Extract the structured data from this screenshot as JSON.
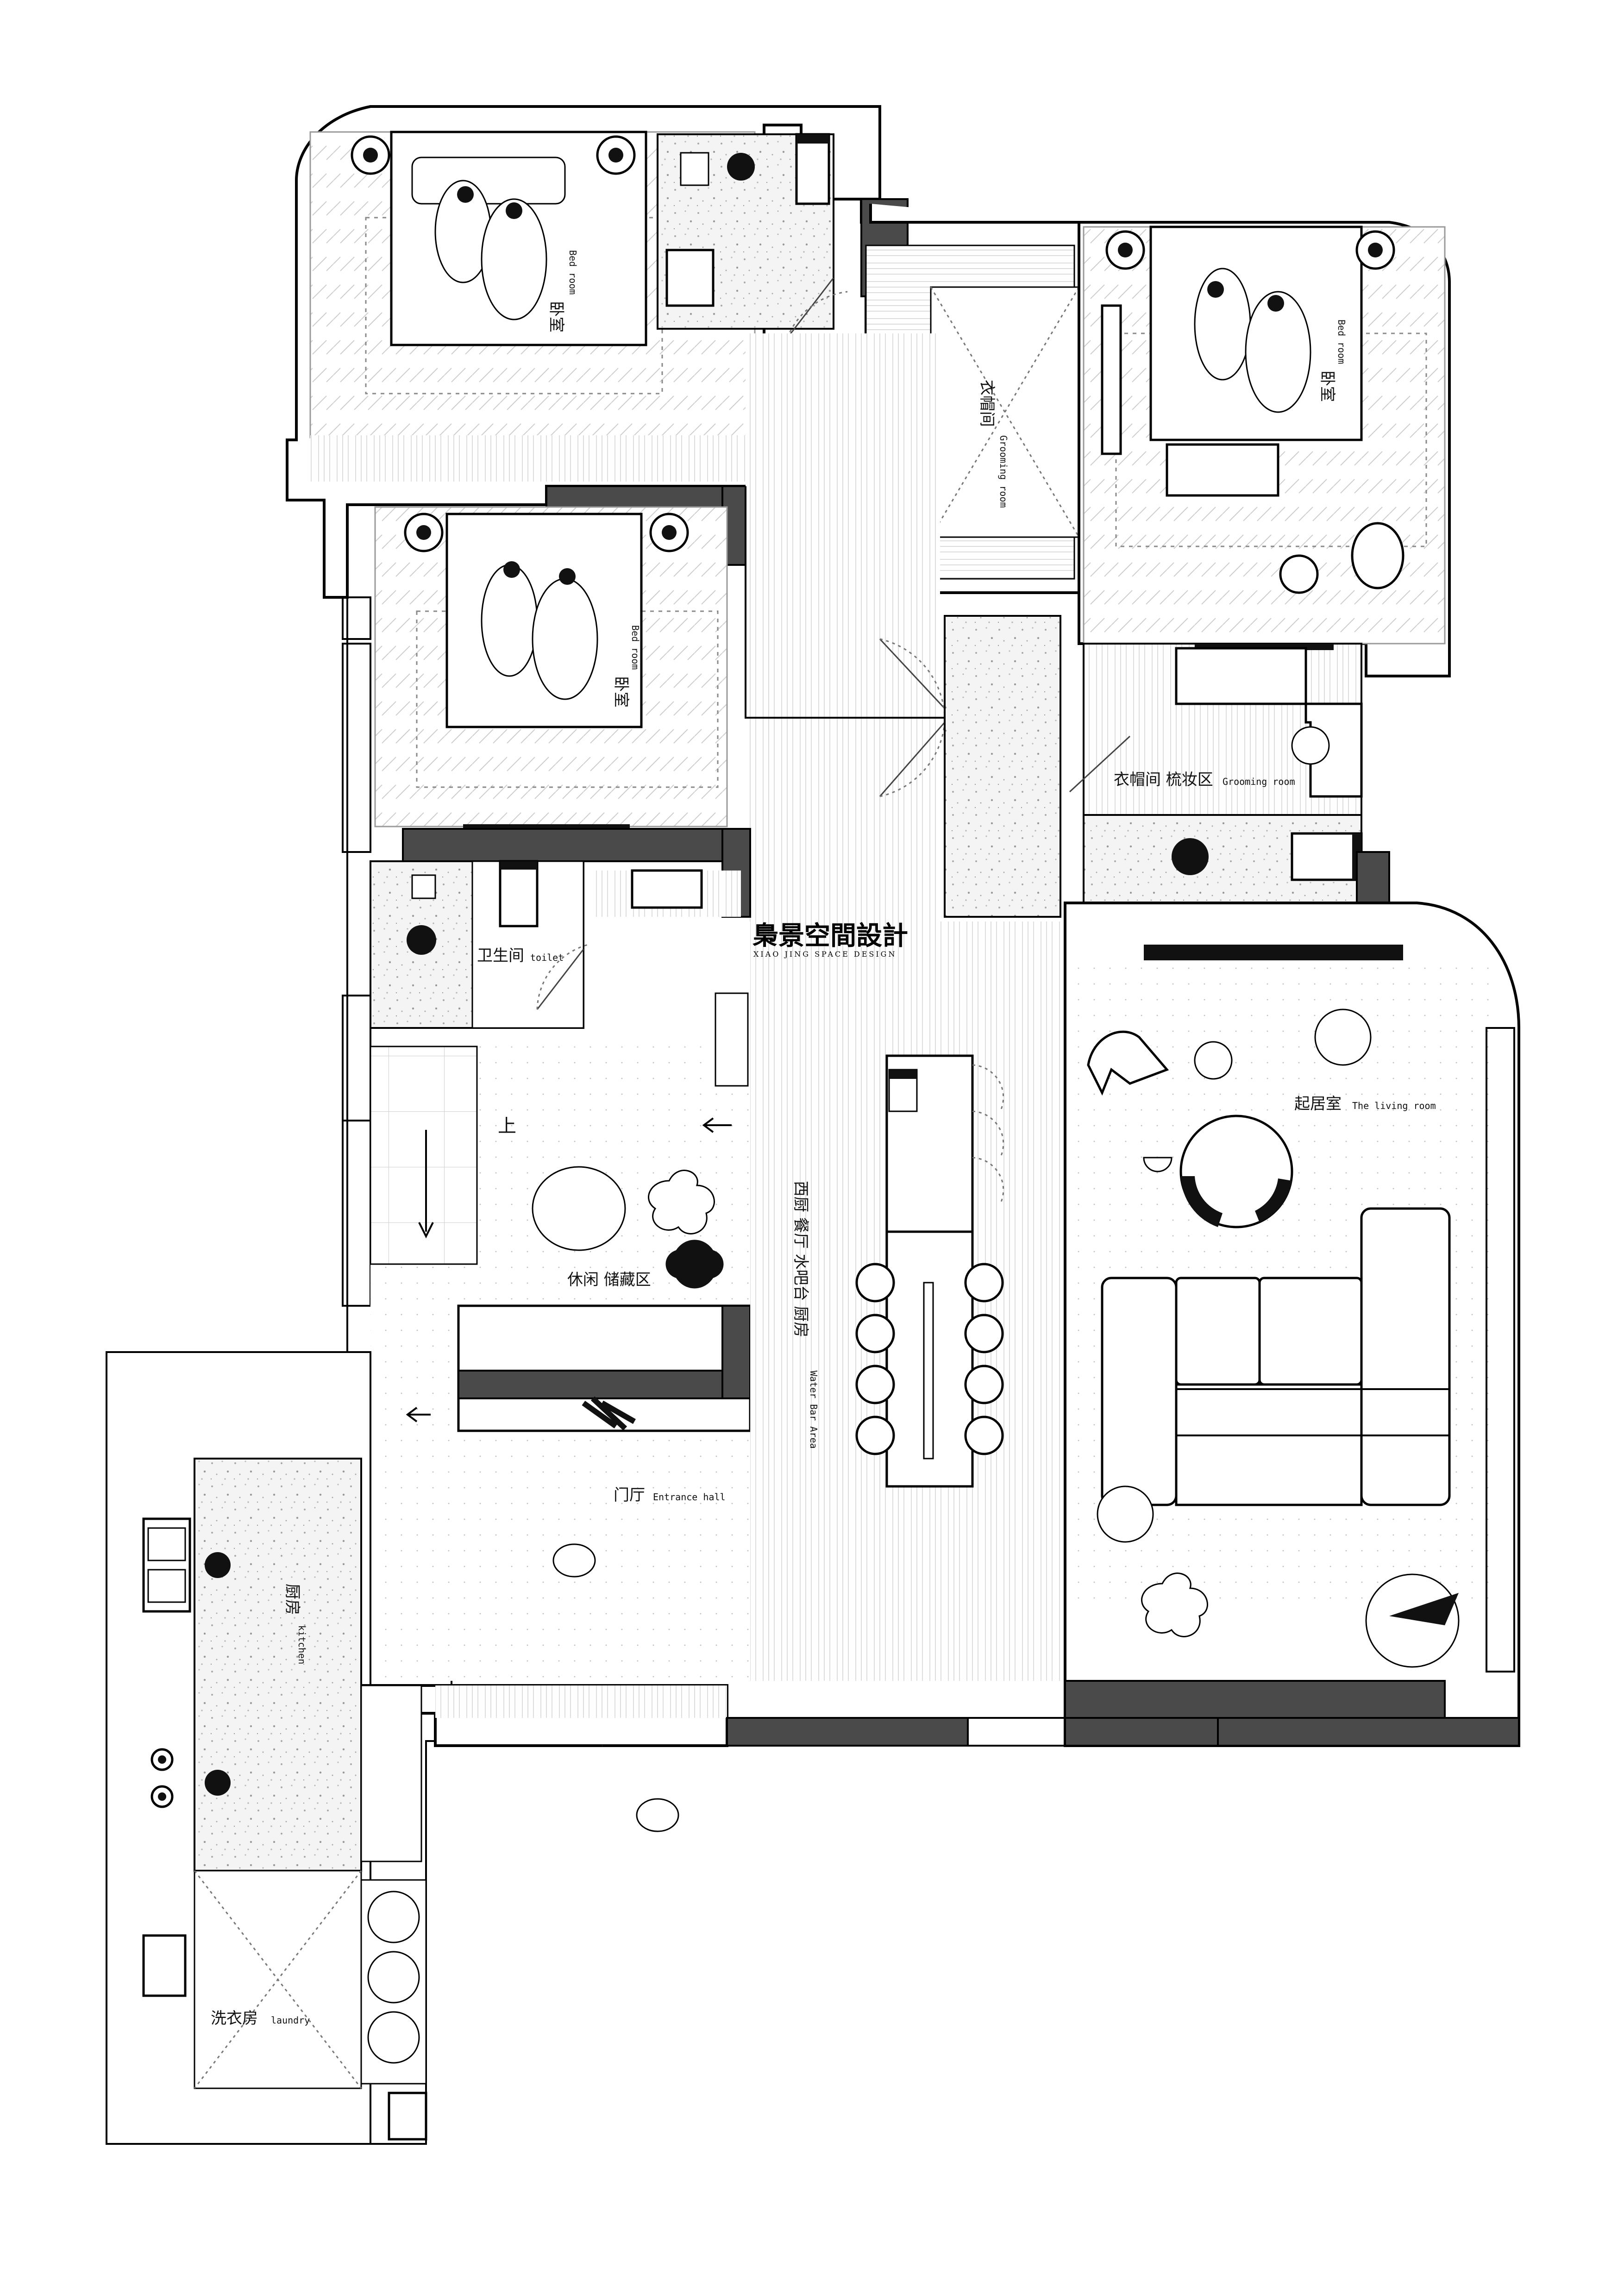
{
  "brand": {
    "name": "梟景空間設計",
    "subtitle": "XIAO JING SPACE DESIGN"
  },
  "rooms": {
    "bedroom_1": {
      "cn": "卧室",
      "en": "Bed room"
    },
    "bedroom_2": {
      "cn": "卧室",
      "en": "Bed room"
    },
    "bedroom_3": {
      "cn": "卧室",
      "en": "Bed room"
    },
    "grooming_corridor": {
      "cn": "衣帽间",
      "en": "Grooming room"
    },
    "grooming_vanity": {
      "cn": "衣帽间 梳妆区",
      "en": "Grooming room"
    },
    "toilet": {
      "cn": "卫生间",
      "en": "toilet"
    },
    "leisure_storage": {
      "cn": "休闲 储藏区"
    },
    "dining": {
      "cn": "西厨 餐厅 水吧台 厨房",
      "en": "Water Bar Area"
    },
    "living": {
      "cn": "起居室",
      "en": "The living room"
    },
    "entrance": {
      "cn": "门厅",
      "en": "Entrance hall"
    },
    "kitchen": {
      "cn": "厨房",
      "en": "kitchen"
    },
    "laundry": {
      "cn": "洗衣房",
      "en": "laundry"
    }
  },
  "stairs": {
    "up_label": "上"
  }
}
